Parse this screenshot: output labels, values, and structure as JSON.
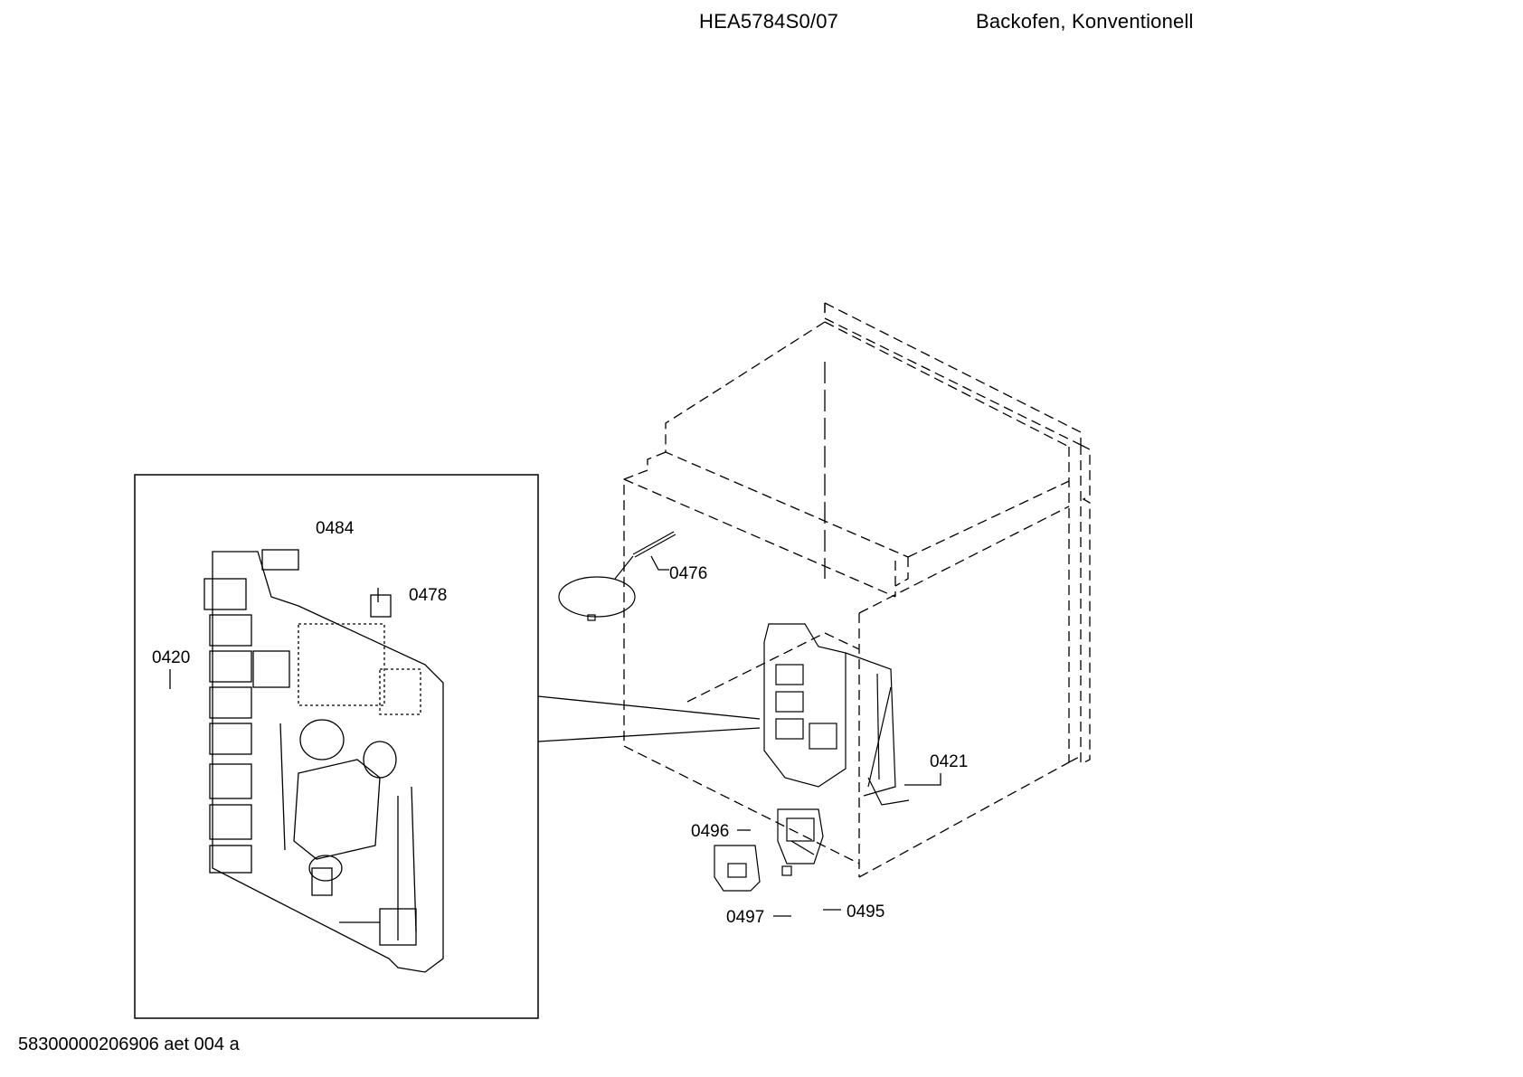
{
  "header": {
    "model_number": "HEA5784S0/07",
    "description": "Backofen, Konventionell"
  },
  "footer": {
    "document_id": "58300000206906 aet 004 a"
  },
  "parts": [
    {
      "number": "0484",
      "location": "detail-view"
    },
    {
      "number": "0478",
      "location": "detail-view"
    },
    {
      "number": "0420",
      "location": "detail-view"
    },
    {
      "number": "0476",
      "location": "main-view"
    },
    {
      "number": "0421",
      "location": "main-view"
    },
    {
      "number": "0496",
      "location": "main-view"
    },
    {
      "number": "0497",
      "location": "main-view"
    },
    {
      "number": "0495",
      "location": "main-view"
    }
  ]
}
